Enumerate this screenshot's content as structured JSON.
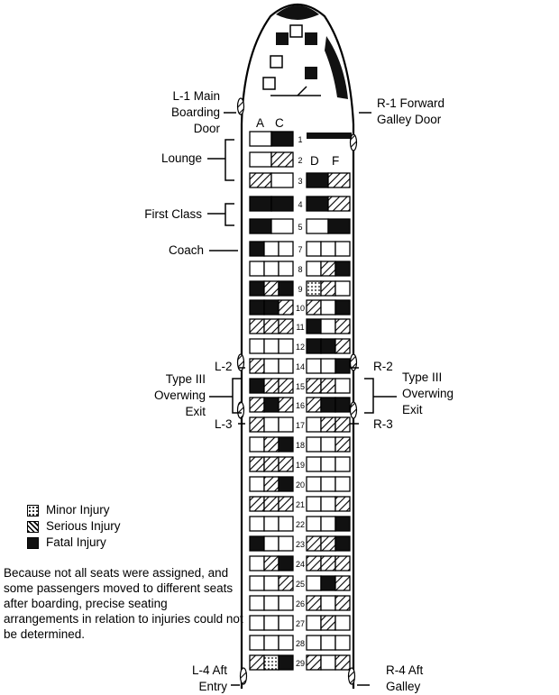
{
  "labels": {
    "l1": "L-1 Main\nBoarding\nDoor",
    "r1": "R-1 Forward\nGalley Door",
    "col_a": "A",
    "col_c": "C",
    "col_d": "D",
    "col_f": "F",
    "lounge": "Lounge",
    "first": "First Class",
    "coach": "Coach",
    "l2": "L-2",
    "l3": "L-3",
    "r2": "R-2",
    "r3": "R-3",
    "overwing_left": "Type III\nOverwing\nExit",
    "overwing_right": "Type III\nOverwing\nExit",
    "l4": "L-4 Aft\nEntry",
    "r4": "R-4 Aft\nGalley"
  },
  "legend": {
    "minor": "Minor Injury",
    "serious": "Serious Injury",
    "fatal": "Fatal Injury"
  },
  "note": "Because not all seats were assigned, and some passengers moved to different seats after boarding, precise seating arrangements in relation to injuries could not be determined.",
  "colors": {
    "fatal": "#111111",
    "line": "#000000",
    "empty": "#ffffff"
  },
  "seat_status_key": {
    "e": "no injury / unassigned",
    "m": "minor",
    "s": "serious",
    "f": "fatal"
  },
  "rows": [
    {
      "num": "1",
      "left": [
        "e",
        "f"
      ],
      "right": []
    },
    {
      "num": "2",
      "left": [
        "e",
        "s"
      ],
      "right": []
    },
    {
      "num": "3",
      "left": [
        "s",
        "e"
      ],
      "right": [
        "f",
        "s"
      ]
    },
    {
      "num": "4",
      "left": [
        "f",
        "f"
      ],
      "right": [
        "f",
        "s"
      ]
    },
    {
      "num": "5",
      "left": [
        "f",
        "e"
      ],
      "right": [
        "e",
        "f"
      ]
    },
    {
      "num": "7",
      "left": [
        "f",
        "e",
        "e"
      ],
      "right": [
        "e",
        "e",
        "e"
      ]
    },
    {
      "num": "8",
      "left": [
        "e",
        "e",
        "e"
      ],
      "right": [
        "e",
        "s",
        "f"
      ]
    },
    {
      "num": "9",
      "left": [
        "f",
        "s",
        "f"
      ],
      "right": [
        "m",
        "s",
        "e"
      ]
    },
    {
      "num": "10",
      "left": [
        "f",
        "f",
        "s"
      ],
      "right": [
        "s",
        "e",
        "f"
      ]
    },
    {
      "num": "11",
      "left": [
        "s",
        "s",
        "s"
      ],
      "right": [
        "f",
        "e",
        "s"
      ]
    },
    {
      "num": "12",
      "left": [
        "e",
        "e",
        "e"
      ],
      "right": [
        "f",
        "f",
        "s"
      ]
    },
    {
      "num": "14",
      "left": [
        "s",
        "e",
        "e"
      ],
      "right": [
        "e",
        "e",
        "f"
      ]
    },
    {
      "num": "15",
      "left": [
        "f",
        "s",
        "s"
      ],
      "right": [
        "s",
        "s",
        "e"
      ]
    },
    {
      "num": "16",
      "left": [
        "s",
        "f",
        "s"
      ],
      "right": [
        "s",
        "f",
        "f"
      ]
    },
    {
      "num": "17",
      "left": [
        "s",
        "e",
        "e"
      ],
      "right": [
        "e",
        "s",
        "s"
      ]
    },
    {
      "num": "18",
      "left": [
        "e",
        "s",
        "f"
      ],
      "right": [
        "e",
        "e",
        "s"
      ]
    },
    {
      "num": "19",
      "left": [
        "s",
        "s",
        "s"
      ],
      "right": [
        "e",
        "e",
        "e"
      ]
    },
    {
      "num": "20",
      "left": [
        "e",
        "s",
        "f"
      ],
      "right": [
        "e",
        "e",
        "e"
      ]
    },
    {
      "num": "21",
      "left": [
        "s",
        "s",
        "s"
      ],
      "right": [
        "e",
        "e",
        "s"
      ]
    },
    {
      "num": "22",
      "left": [
        "e",
        "e",
        "e"
      ],
      "right": [
        "e",
        "e",
        "f"
      ]
    },
    {
      "num": "23",
      "left": [
        "f",
        "e",
        "e"
      ],
      "right": [
        "s",
        "s",
        "f"
      ]
    },
    {
      "num": "24",
      "left": [
        "e",
        "s",
        "f"
      ],
      "right": [
        "s",
        "s",
        "s"
      ]
    },
    {
      "num": "25",
      "left": [
        "e",
        "e",
        "s"
      ],
      "right": [
        "e",
        "f",
        "s"
      ]
    },
    {
      "num": "26",
      "left": [
        "e",
        "e",
        "e"
      ],
      "right": [
        "s",
        "e",
        "s"
      ]
    },
    {
      "num": "27",
      "left": [
        "e",
        "e",
        "e"
      ],
      "right": [
        "e",
        "s",
        "e"
      ]
    },
    {
      "num": "28",
      "left": [
        "e",
        "e",
        "e"
      ],
      "right": [
        "e",
        "e",
        "e"
      ]
    },
    {
      "num": "29",
      "left": [
        "s",
        "m",
        "f"
      ],
      "right": [
        "s",
        "e",
        "s"
      ]
    }
  ]
}
